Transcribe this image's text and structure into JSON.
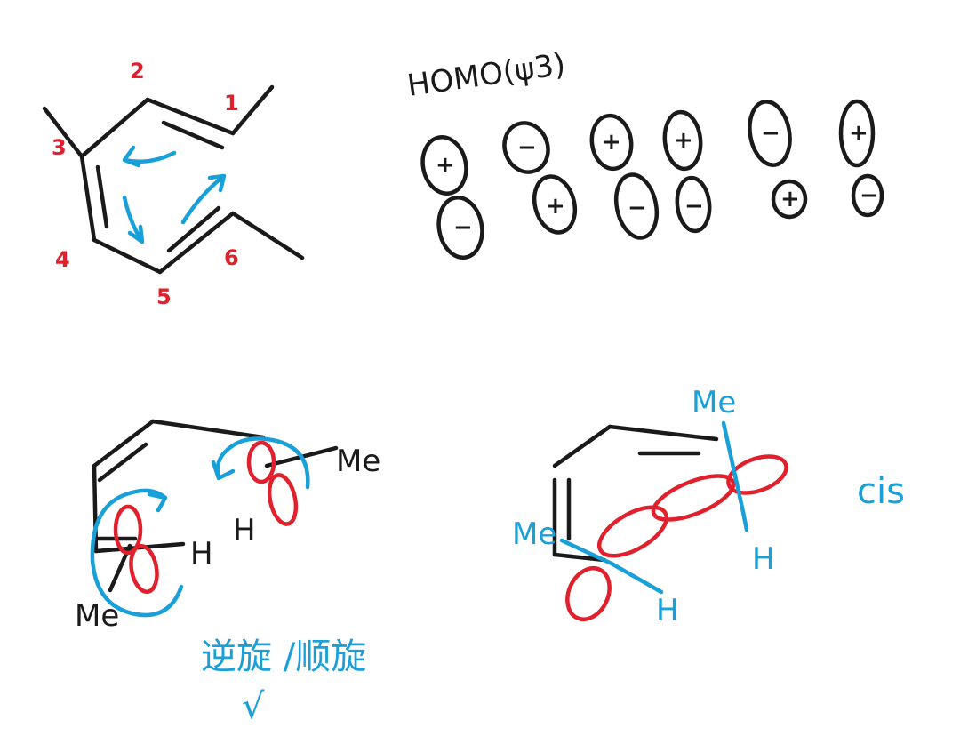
{
  "colors": {
    "ink": "#1a1a1a",
    "blue": "#1aa0d8",
    "red": "#e0202c",
    "background": "#ffffff"
  },
  "molecule": {
    "position_labels": [
      "1",
      "2",
      "3",
      "4",
      "5",
      "6"
    ]
  },
  "homo": {
    "title": "HOMO(ψ3)",
    "orbitals": [
      {
        "top": "+",
        "bottom": "−"
      },
      {
        "top": "−",
        "bottom": "+"
      },
      {
        "top": "+",
        "bottom": "−"
      },
      {
        "top": "+",
        "bottom": "−"
      },
      {
        "top": "−",
        "bottom": "+"
      },
      {
        "top": "+",
        "bottom": "−"
      }
    ]
  },
  "transition_state": {
    "substituents": {
      "me_right": "Me",
      "h_right": "H",
      "h_left": "H",
      "me_bottom": "Me"
    },
    "note_main": "逆旋 /顺旋",
    "note_check": "√"
  },
  "product": {
    "substituents": {
      "me_top": "Me",
      "h_right": "H",
      "me_left": "Me",
      "h_bottom": "H"
    },
    "stereo": "cis"
  }
}
